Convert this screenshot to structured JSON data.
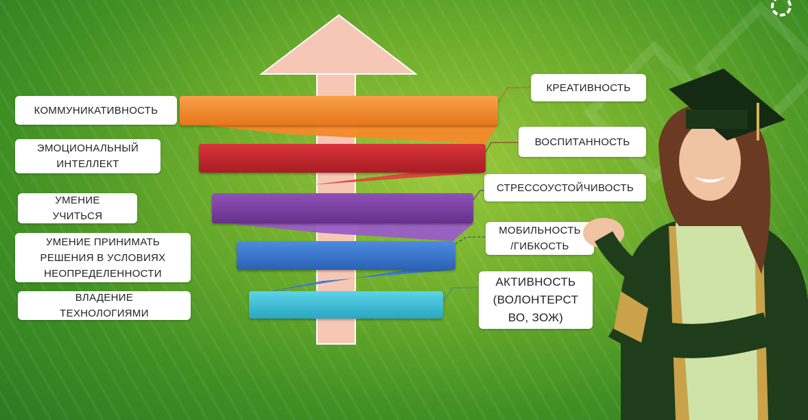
{
  "colors": {
    "arrow": "#f7c7b6",
    "bar_orange": "#f5892a",
    "bar_red": "#c4262d",
    "bar_purple": "#7b3fa0",
    "bar_blue": "#3a78cf",
    "bar_cyan": "#3cbfd8"
  },
  "left_labels": [
    "КОММУНИКАТИВНОСТЬ",
    "ЭМОЦИОНАЛЬНЫЙ\nИНТЕЛЛЕКТ",
    "УМЕНИЕ\nУЧИТЬСЯ",
    "УМЕНИЕ ПРИНИМАТЬ\nРЕШЕНИЯ В УСЛОВИЯХ\nНЕОПРЕДЕЛЕННОСТИ",
    "ВЛАДЕНИЕ\nТЕХНОЛОГИЯМИ"
  ],
  "right_labels": [
    "КРЕАТИВНОСТЬ",
    "ВОСПИТАННОСТЬ",
    "СТРЕССОУСТОЙЧИВОСТЬ",
    "МОБИЛЬНОСТЬ\n/ГИБКОСТЬ",
    "АКТИВНОСТЬ\n(ВОЛОНТЕРСТ\nВО, ЗОЖ)"
  ],
  "logo_icon": "ring-logo-icon",
  "person_icon": "graduate-figure-icon"
}
